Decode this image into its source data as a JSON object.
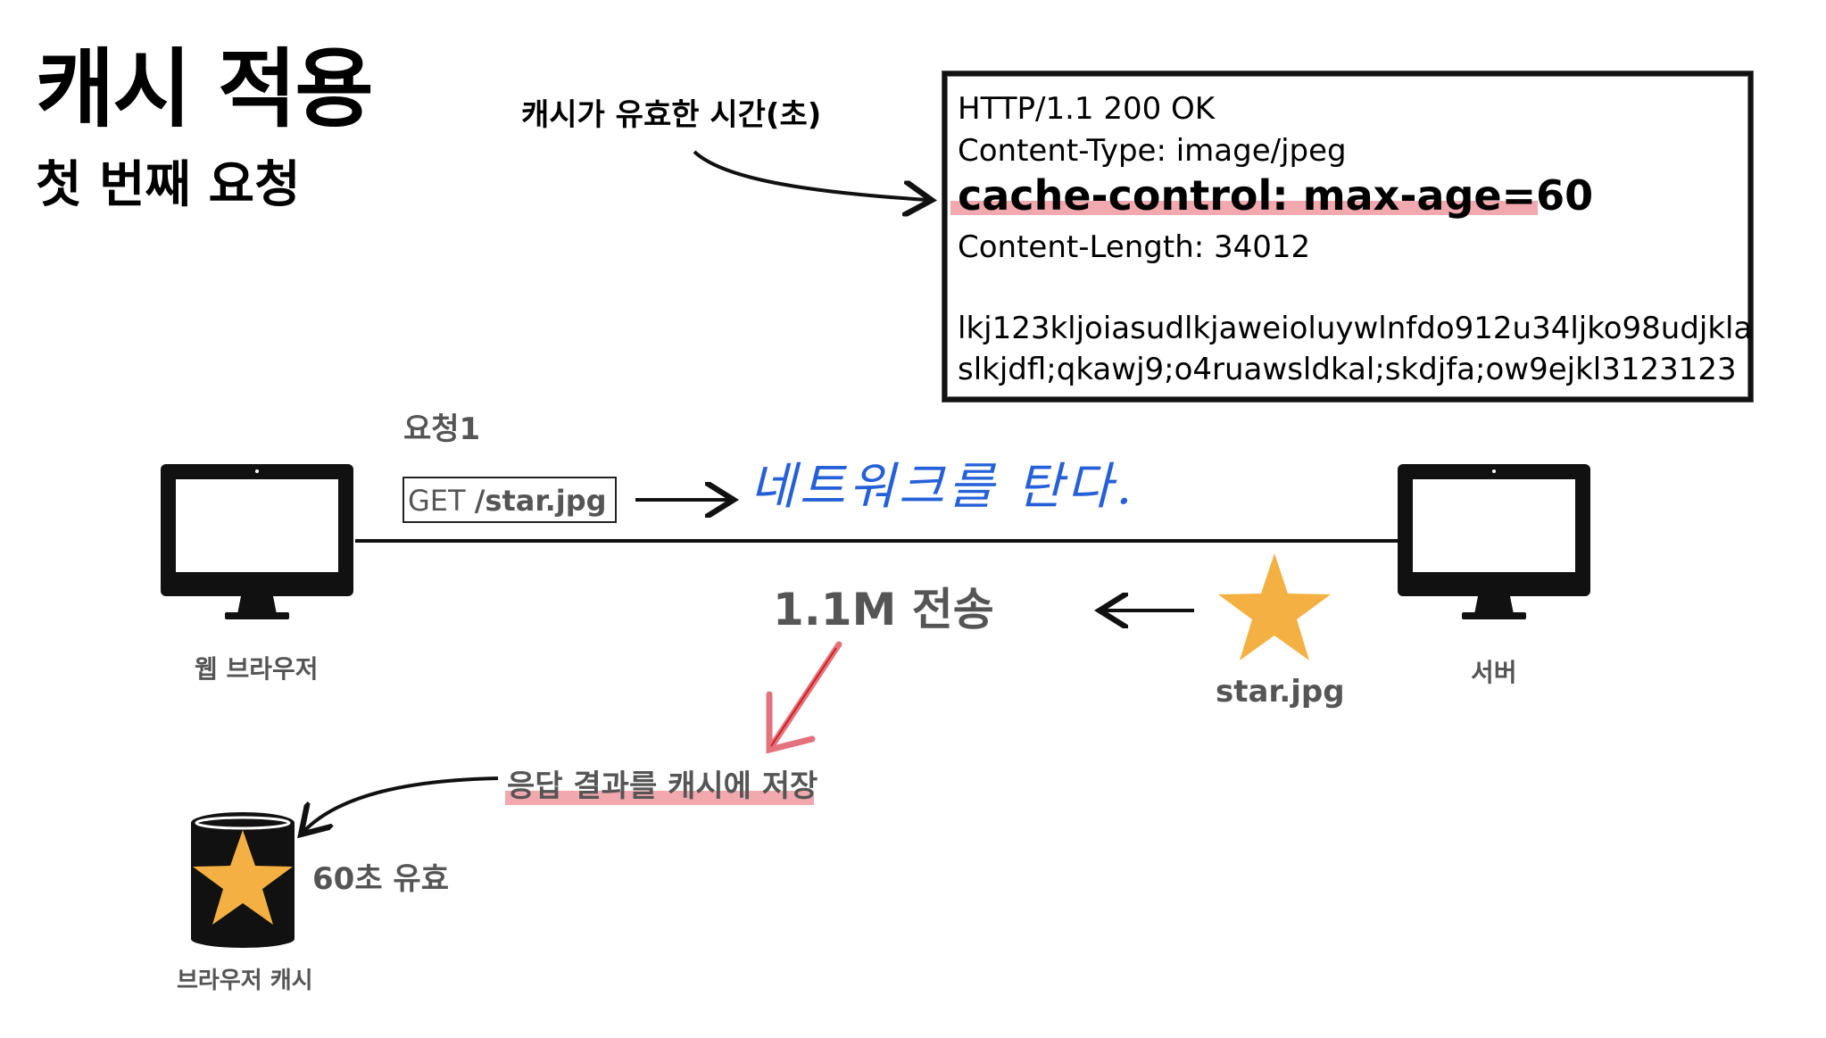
{
  "title": "캐시 적용",
  "subtitle": "첫 번째 요청",
  "ttl_label": "캐시가 유효한 시간(초)",
  "response": {
    "status_line": "HTTP/1.1 200 OK",
    "content_type": "Content-Type: image/jpeg",
    "cache_control": "cache-control: max-age=60",
    "content_length": "Content-Length: 34012",
    "body_line_1": "lkj123kljoiasudlkjaweioluywlnfdo912u34ljko98udjkla",
    "body_line_2": "slkjdfl;qkawj9;o4ruawsldkal;skdjfa;ow9ejkl3123123"
  },
  "request": {
    "label": "요청1",
    "method": "GET",
    "path": "/star.jpg"
  },
  "network_note": "네트워크를 탄다.",
  "transfer_label": "1.1M 전송",
  "browser_label": "웹 브라우저",
  "server_label": "서버",
  "star_label": "star.jpg",
  "store_label": "응답 결과를 캐시에 저장",
  "valid_label": "60초 유효",
  "cache_label": "브라우저 캐시",
  "colors": {
    "star": "#f4b042",
    "highlight": "#e86e78",
    "handwriting": "#2560d8",
    "gray_text": "#555555"
  }
}
